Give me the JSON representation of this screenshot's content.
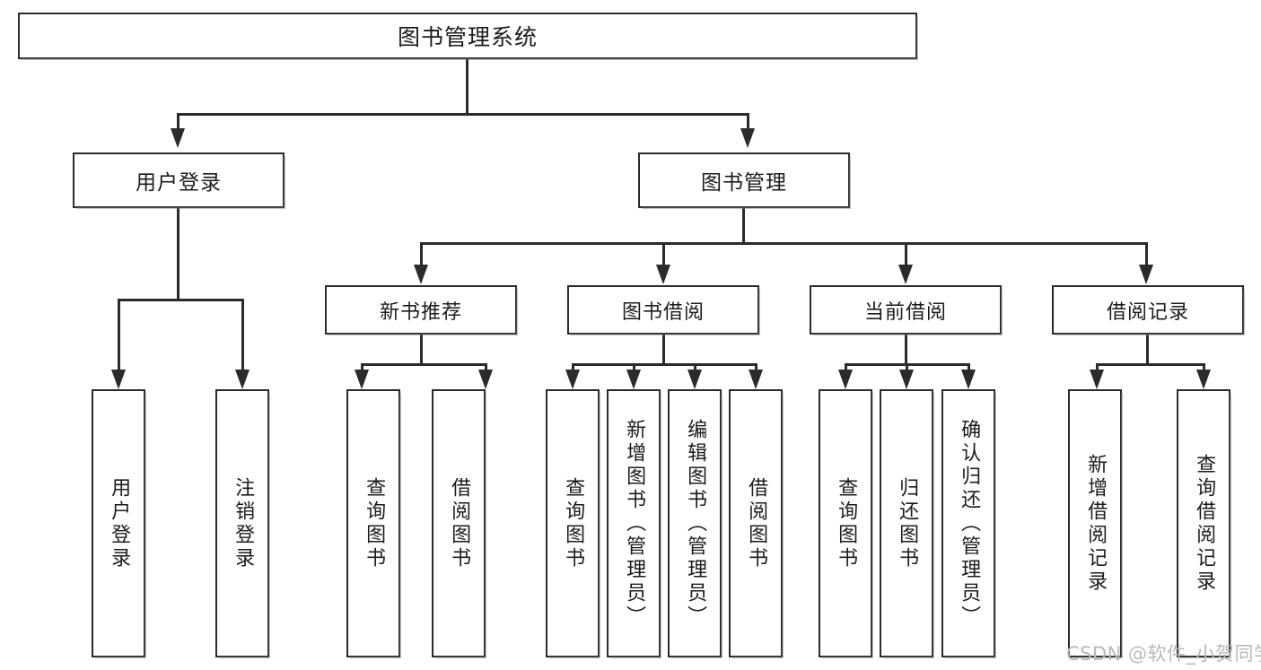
{
  "diagram": {
    "type": "tree-hierarchy-function-decomposition",
    "root": {
      "label": "图书管理系统"
    },
    "level2": [
      {
        "label": "用户登录"
      },
      {
        "label": "图书管理"
      }
    ],
    "level3": [
      {
        "label": "新书推荐"
      },
      {
        "label": "图书借阅"
      },
      {
        "label": "当前借阅"
      },
      {
        "label": "借阅记录"
      }
    ],
    "leaves": {
      "user_login": [
        {
          "label": "用户登录"
        },
        {
          "label": "注销登录"
        }
      ],
      "new_book_recommend": [
        {
          "label": "查询图书"
        },
        {
          "label": "借阅图书"
        }
      ],
      "book_borrow": [
        {
          "label": "查询图书"
        },
        {
          "label": "新增图书（管理员）"
        },
        {
          "label": "编辑图书（管理员）"
        },
        {
          "label": "借阅图书"
        }
      ],
      "current_borrow": [
        {
          "label": "查询图书"
        },
        {
          "label": "归还图书"
        },
        {
          "label": "确认归还（管理员）"
        }
      ],
      "borrow_record": [
        {
          "label": "新增借阅记录"
        },
        {
          "label": "查询借阅记录"
        }
      ]
    }
  },
  "watermark": {
    "text": "CSDN @软件_小贺同学"
  },
  "colors": {
    "stroke": "#2b2b2b",
    "box_fill": "#ffffff",
    "text": "#1c1c1c",
    "watermark": "#b9b9b9",
    "background": "#ffffff"
  }
}
